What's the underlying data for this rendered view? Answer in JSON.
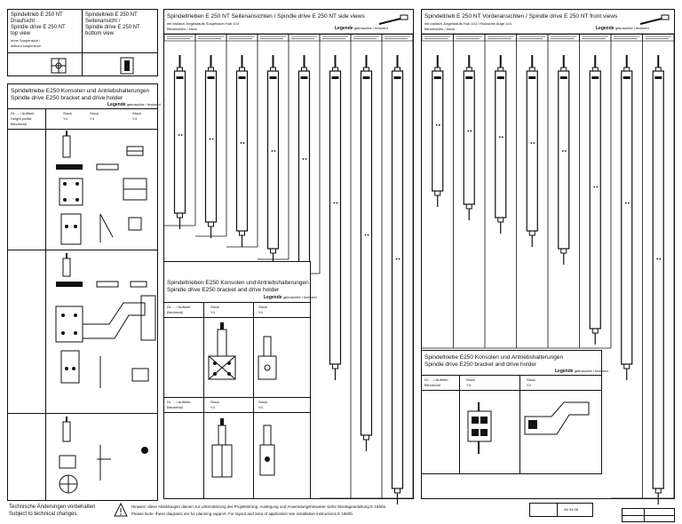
{
  "panel_a": {
    "col1_lines": [
      "Spindeltrieb E 250 NT",
      "Draufsicht",
      "Spindle drive E 250 NT",
      "top view",
      "ohne Suspension /",
      "without suspension"
    ],
    "col2_lines": [
      "Spindeltrieb E 250 NT",
      "Seitenansicht /",
      "Spindle drive E 250 NT",
      "bottom view"
    ]
  },
  "panel_left": {
    "title_lines": [
      "Spindeltriebe E250 Konsolen und Antriebshalterungen",
      "Spindle drive E250 bracket and drive holder"
    ],
    "legend_label": "Legende",
    "legend_text": "gebrauchte / featured",
    "header_left": [
      "Dr. ... / Auftrieb",
      "Height profile",
      "Blechmaß"
    ],
    "col_heads": [
      [
        "Stock",
        "Y4"
      ],
      [
        "Stock",
        "Y4"
      ],
      [
        "Stock",
        "Y4"
      ]
    ]
  },
  "panel_side": {
    "title": "Spindeltrieben E 250 NT Seitenansichten / Spindle drive E 250 NT side views",
    "sub1": "mit losflach Ziegelstaufs Suspension Hub 104",
    "sub2": "Blindmaßen / stock",
    "legend_label": "Legende",
    "legend_text": "gebrauchte / featured"
  },
  "panel_front": {
    "title": "Spindeltrieb E 250 NT Vorderansichten / Spindle drive E 250 NT front views",
    "sub1": "mit losflach Ziegelstaufs Hub 104 / Rückseite Auge 104",
    "sub2": "Blindmaßen / stock",
    "legend_label": "Legende",
    "legend_text": "gebrauchte / featured"
  },
  "panel_mid": {
    "title_lines": [
      "Spindeltrieben E250 Konsolen und Antriebshalterungen",
      "Spindle drive E250 bracket and drive holder"
    ],
    "legend_label": "Legende",
    "legend_text": "gebrauchte / featured",
    "rows": [
      {
        "left": [
          "Dr. ... / Auftrieb",
          "Blechmaß"
        ],
        "c1": [
          "Stock",
          "Y4"
        ],
        "c2": [
          "Stock",
          "Y4"
        ]
      },
      {
        "left": [
          "Dr. ... / Auftrieb",
          "Blechmaß"
        ],
        "c1": [
          "Stock",
          "Y4"
        ],
        "c2": [
          "Stock",
          "Y4"
        ]
      }
    ]
  },
  "panel_right_small": {
    "title_lines": [
      "Spindeltriebe E250 Konsolen und Antriebshalterungen",
      "Spindle drive E250 bracket and drive holder"
    ],
    "legend_label": "Legende",
    "legend_text": "gebrauchte / featured",
    "header_left": [
      "Dr. ... / Auftrieb",
      "Blechmaß"
    ],
    "c1": [
      "Stock",
      "Y4"
    ],
    "c2": [
      "Stock",
      "Y4"
    ]
  },
  "footer": {
    "left_lines": [
      "Technische Änderungen vorbehalten",
      "Subject to technical changes."
    ],
    "note_lines": [
      "Hinweis: diese Abbildungen dienen zur Unterstützung der Projektierung. Auslegung und Anwendungshinweise siehe Montageanleitung E 1660a",
      "Please Note: these diagrams are for planning support. For layout and area of application see installation instructions E 1660b"
    ],
    "stamp": "Ab 04.08"
  }
}
